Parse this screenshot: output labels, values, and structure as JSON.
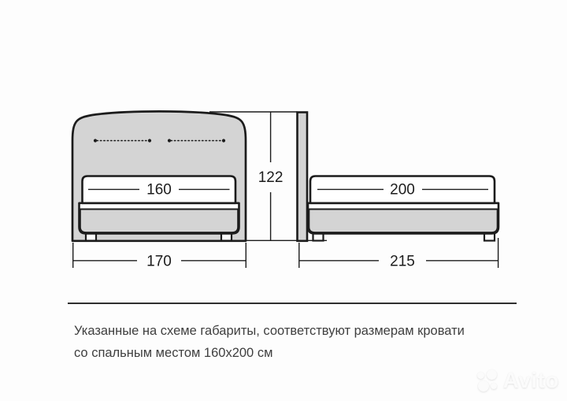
{
  "diagram": {
    "height_label": "122",
    "front_view": {
      "mattress_width": "160",
      "overall_width": "170"
    },
    "side_view": {
      "mattress_length": "200",
      "overall_length": "215"
    }
  },
  "caption": {
    "line1": "Указанные на схеме габариты, соответствуют размерам кровати",
    "line2": "со спальным местом 160x200 см"
  },
  "watermark": {
    "brand": "Avito"
  },
  "colors": {
    "upholstery": "#d4d4d4",
    "outline": "#1c1c1c",
    "caption_text": "#3f3f3f"
  }
}
